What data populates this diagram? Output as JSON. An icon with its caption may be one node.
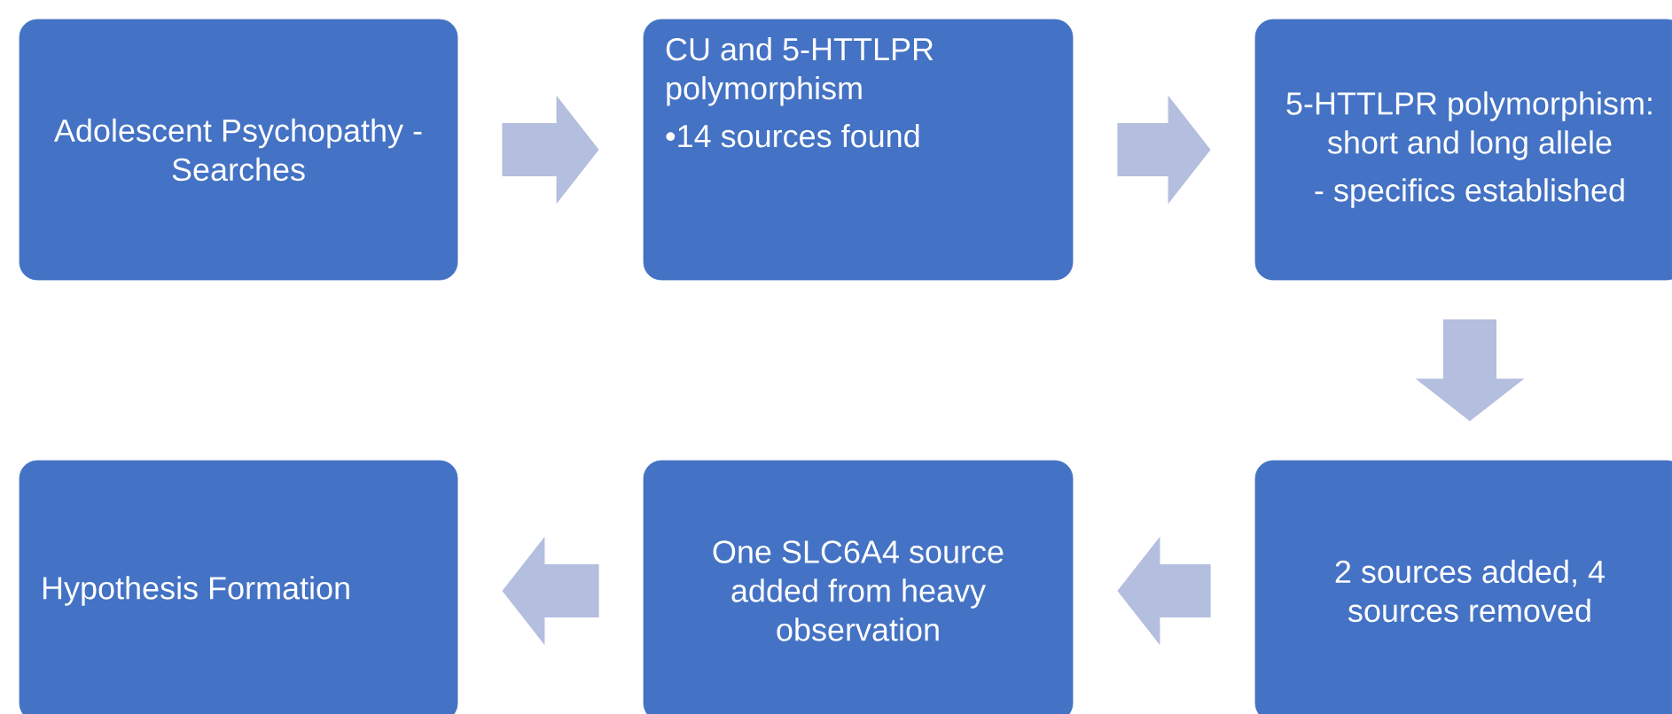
{
  "diagram": {
    "nodes": [
      {
        "text": [
          "Adolescent Psychopathy - Searches"
        ]
      },
      {
        "text": [
          "CU and 5-HTTLPR polymorphism",
          "•14 sources found"
        ]
      },
      {
        "text": [
          "5-HTTLPR polymorphism: short and long allele",
          "- specifics established"
        ]
      },
      {
        "text": [
          "2 sources added, 4 sources removed"
        ]
      },
      {
        "text": [
          "One SLC6A4 source added from heavy observation"
        ]
      },
      {
        "text": [
          "Hypothesis Formation"
        ]
      }
    ],
    "edges": [
      {
        "from": 0,
        "to": 1,
        "arrow": "to"
      },
      {
        "from": 1,
        "to": 2,
        "arrow": "to"
      },
      {
        "from": 2,
        "to": 3,
        "arrow": "to"
      },
      {
        "from": 3,
        "to": 4,
        "arrow": "to"
      },
      {
        "from": 4,
        "to": 5,
        "arrow": "to"
      }
    ]
  }
}
